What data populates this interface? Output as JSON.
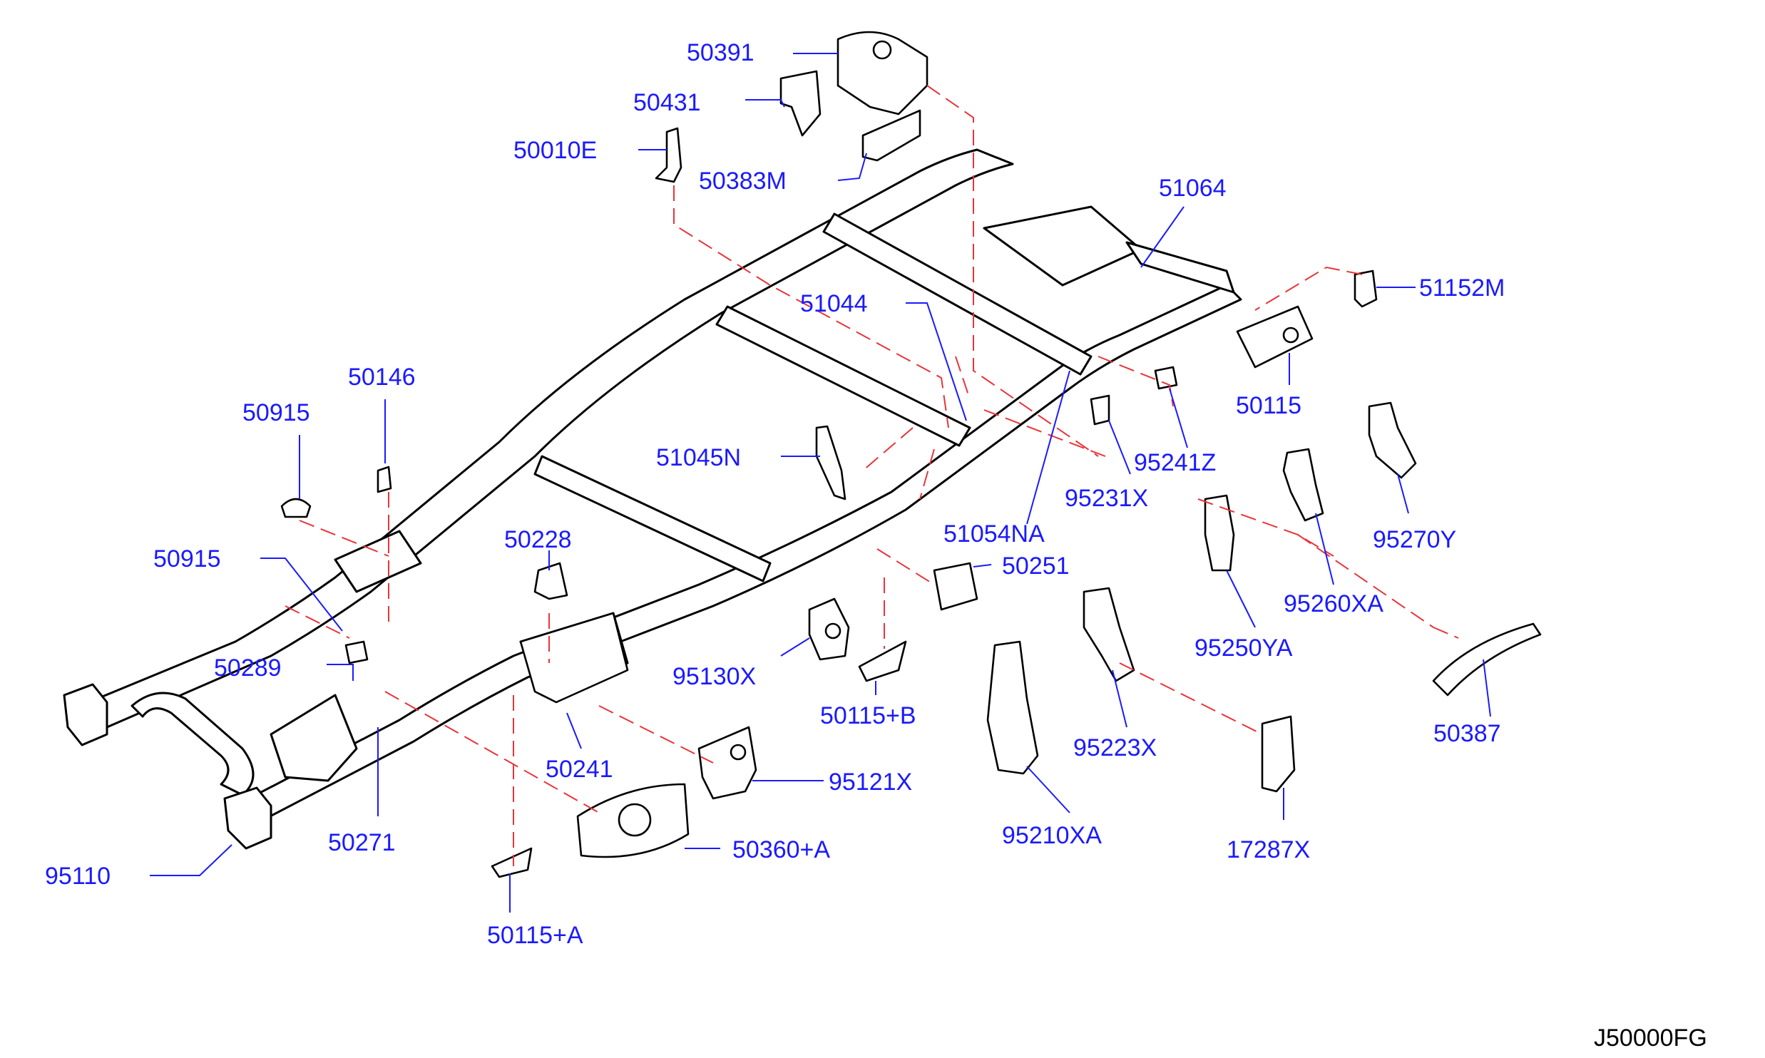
{
  "diagram_code": "J50000FG",
  "labels": [
    "50391",
    "50431",
    "50010E",
    "50383M",
    "51064",
    "51152M",
    "51044",
    "50115",
    "50146",
    "50915",
    "51045N",
    "95241Z",
    "95231X",
    "50228",
    "50915",
    "51054NA",
    "50251",
    "95270Y",
    "95260XA",
    "95250YA",
    "50289",
    "95130X",
    "50115+B",
    "50387",
    "95223X",
    "50241",
    "95121X",
    "50271",
    "95210XA",
    "50360+A",
    "17287X",
    "95110",
    "50115+A"
  ]
}
